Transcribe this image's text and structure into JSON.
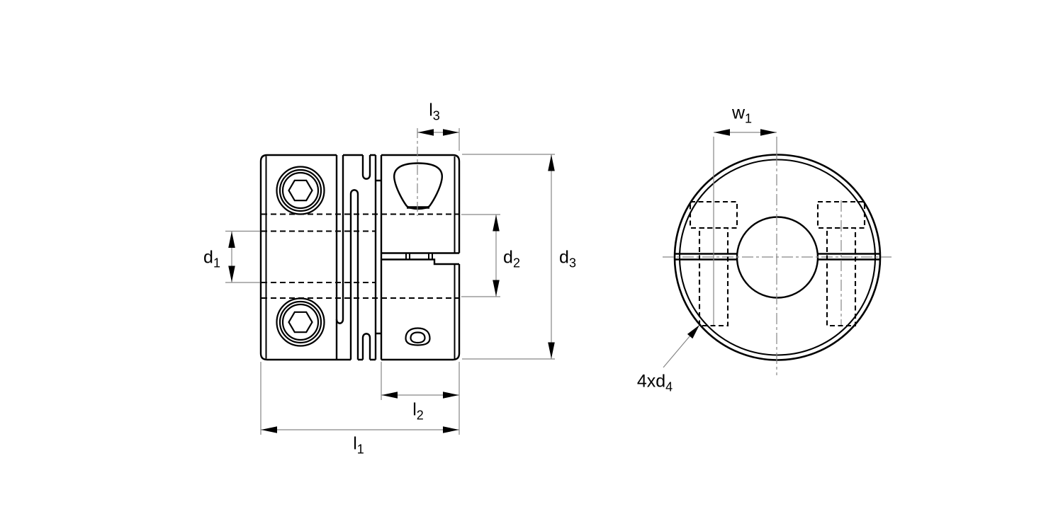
{
  "drawing": {
    "labels": {
      "d1": {
        "base": "d",
        "sub": "1"
      },
      "d2": {
        "base": "d",
        "sub": "2"
      },
      "d3": {
        "base": "d",
        "sub": "3"
      },
      "l1": {
        "base": "l",
        "sub": "1"
      },
      "l2": {
        "base": "l",
        "sub": "2"
      },
      "l3": {
        "base": "l",
        "sub": "3"
      },
      "w1": {
        "base": "w",
        "sub": "1"
      },
      "d4": {
        "base": "4xd",
        "sub": "4"
      }
    },
    "colors": {
      "outline": "#000000",
      "dimension_lines": "#878787",
      "background": "#ffffff"
    }
  }
}
